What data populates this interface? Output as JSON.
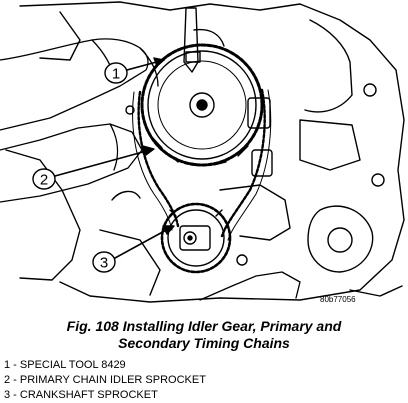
{
  "figure": {
    "image_code": "80b77056",
    "callouts": [
      {
        "num": "1"
      },
      {
        "num": "2"
      },
      {
        "num": "3"
      }
    ]
  },
  "caption": {
    "line1": "Fig. 108 Installing Idler Gear, Primary and",
    "line2": "Secondary Timing Chains"
  },
  "legend": [
    {
      "text": "1 - SPECIAL TOOL 8429"
    },
    {
      "text": "2 - PRIMARY CHAIN IDLER SPROCKET"
    },
    {
      "text": "3 - CRANKSHAFT SPROCKET"
    }
  ]
}
